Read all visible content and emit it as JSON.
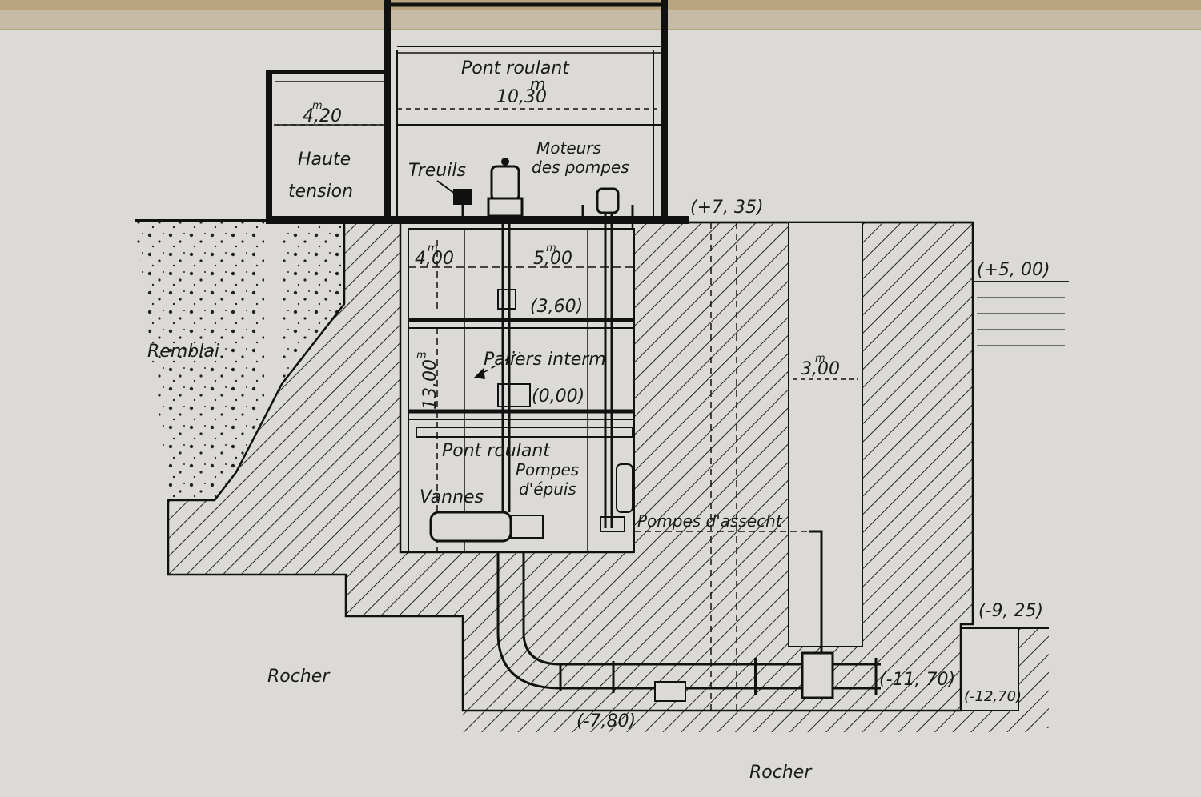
{
  "labels": {
    "pont_roulant_top": "Pont roulant",
    "dim_10_30": "10,30",
    "dim_10_30_sup": "m",
    "dim_4_20": "4,20",
    "dim_4_20_sup": "m",
    "haute": "Haute",
    "tension": "tension",
    "treuils": "Treuils",
    "moteurs": "Moteurs",
    "des_pompes": "des pompes",
    "elev_7_35": "(+7, 35)",
    "elev_5_00": "(+5, 00)",
    "dim_4_00": "4,00",
    "dim_4_00_sup": "m",
    "dim_5_00": "5,00",
    "dim_5_00_sup": "m",
    "elev_3_60": "(3,60)",
    "remblai": "Remblai",
    "paliers": "Paliers interm",
    "dim_13_00": "13,00",
    "dim_13_00_sup": "m",
    "elev_0_00": "(0,00)",
    "dim_3_00": "3,00",
    "dim_3_00_sup": "m",
    "pont_roulant_low": "Pont roulant",
    "pompes": "Pompes",
    "depuis": "d'épuis",
    "vannes": "Vannes",
    "pompes_assecht": "Pompes d'assecht",
    "elev_9_25": "(-9, 25)",
    "rocher_left": "Rocher",
    "elev_11_70": "(-11, 70)",
    "elev_12_70": "(-12,70)",
    "elev_7_80": "(-7,80)",
    "rocher_bottom": "Rocher"
  },
  "colors": {
    "paper": "#dcdad6",
    "ink": "#1a1a1a",
    "water": "#3a3a3a"
  }
}
